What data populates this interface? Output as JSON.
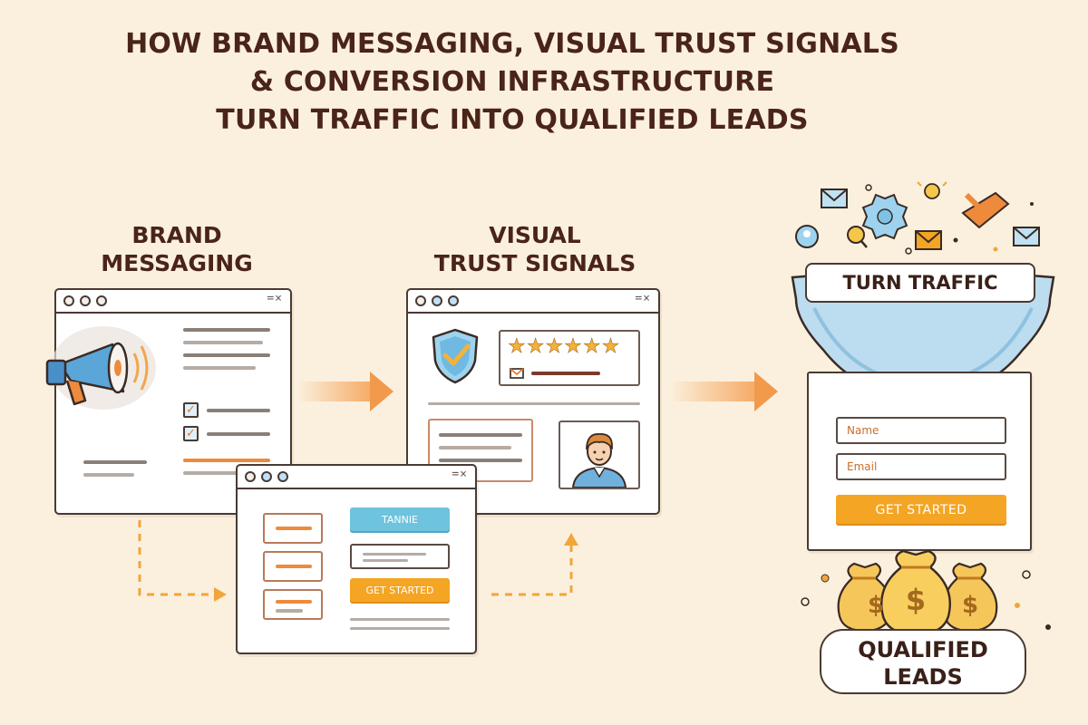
{
  "title": {
    "line1": "HOW BRAND MESSAGING, VISUAL TRUST SIGNALS",
    "line2": "& CONVERSION INFRASTRUCTURE",
    "line3": "TURN TRAFFIC INTO QUALIFIED LEADS"
  },
  "sections": {
    "brand": {
      "line1": "BRAND",
      "line2": "MESSAGING"
    },
    "trust": {
      "line1": "VISUAL",
      "line2": "TRUST SIGNALS"
    }
  },
  "windows": {
    "controls": "=×"
  },
  "conversion_window": {
    "banner_label": "TANNIE",
    "cta_label": "GET STARTED"
  },
  "trust_window": {
    "stars": "★★★★★★"
  },
  "funnel": {
    "label": "TURN TRAFFIC"
  },
  "lead_form": {
    "name_placeholder": "Name",
    "email_placeholder": "Email",
    "cta_label": "GET STARTED"
  },
  "result": {
    "line1": "QUALIFIED",
    "line2": "LEADS",
    "bag_symbol": "$"
  },
  "icons": {
    "megaphone": "megaphone-icon",
    "shield": "shield-check-icon",
    "avatar": "person-avatar-icon",
    "money": "money-bag-icon",
    "mail": "envelope-icon"
  },
  "colors": {
    "background": "#fbf0de",
    "text": "#4a2418",
    "accent_orange": "#f4a524",
    "accent_blue": "#6ec3df",
    "arrow": "#f19a4c"
  }
}
